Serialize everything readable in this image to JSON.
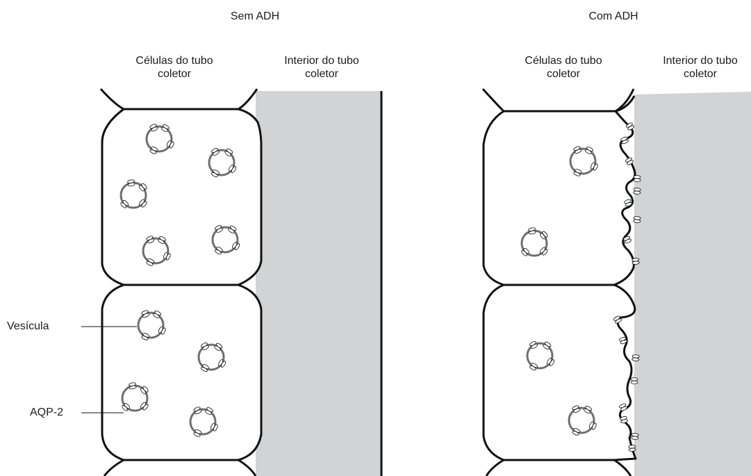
{
  "panels": {
    "left": {
      "title": "Sem ADH",
      "cells_label": [
        "Células do tubo",
        "coletor"
      ],
      "lumen_label": [
        "Interior do tubo",
        "coletor"
      ]
    },
    "right": {
      "title": "Com ADH",
      "cells_label": [
        "Células do tubo",
        "coletor"
      ],
      "lumen_label": [
        "Interior do tubo",
        "coletor"
      ]
    }
  },
  "annotations": {
    "vesicle": "Vesícula",
    "aqp": "AQP-2"
  },
  "colors": {
    "lumen": "#d1d3d4",
    "membrane": "#111111",
    "vesicle": "#6d6e70",
    "channel_fill": "#ffffff"
  }
}
